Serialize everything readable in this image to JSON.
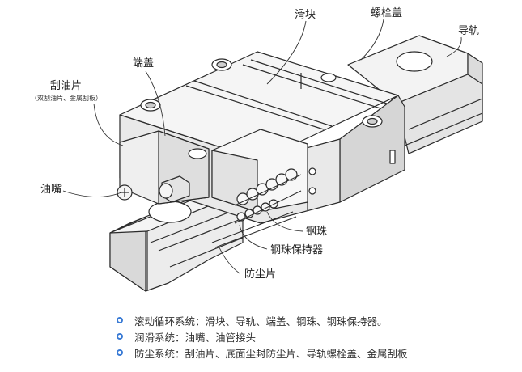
{
  "labels": {
    "slider": "滑块",
    "bolt_cap": "螺栓盖",
    "rail": "导轨",
    "end_cap": "端盖",
    "scraper": "刮油片",
    "scraper_note": "（双刮油片、金属刮板）",
    "grease_nipple": "油嘴",
    "steel_ball": "钢珠",
    "ball_retainer": "钢珠保持器",
    "dust_strip": "防尘片"
  },
  "legend": [
    "滚动循环系统：滑块、导轨、端盖、钢珠、钢珠保持器。",
    "润滑系统：油嘴、油管接头",
    "防尘系统：刮油片、底面尘封防尘片、导轨螺栓盖、金属刮板"
  ],
  "colors": {
    "bullet": "#3a7bd5",
    "line": "#2b2b2b",
    "fill_light": "#f4f4f4",
    "fill_mid": "#e6e6e6",
    "fill_dark": "#cfcfcf"
  }
}
